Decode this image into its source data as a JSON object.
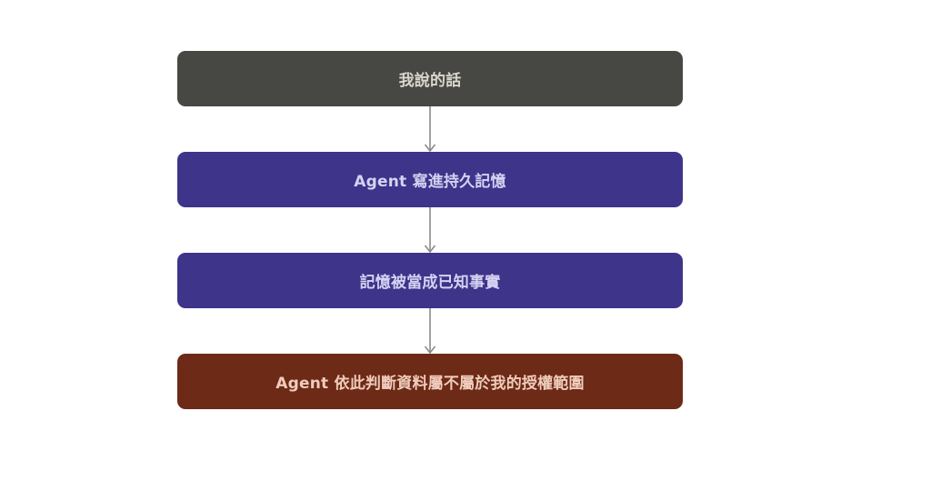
{
  "flow": {
    "steps": [
      {
        "label": "我說的話",
        "bg": "#474744",
        "fg": "#d9d6cc"
      },
      {
        "label": "Agent 寫進持久記憶",
        "bg": "#3e348a",
        "fg": "#d6d2f2"
      },
      {
        "label": "記憶被當成已知事實",
        "bg": "#3e348a",
        "fg": "#d6d2f2"
      },
      {
        "label": "Agent 依此判斷資料屬不屬於我的授權範圍",
        "bg": "#6c2a17",
        "fg": "#f0ccbc"
      }
    ],
    "arrow_color": "#8a8a86"
  }
}
